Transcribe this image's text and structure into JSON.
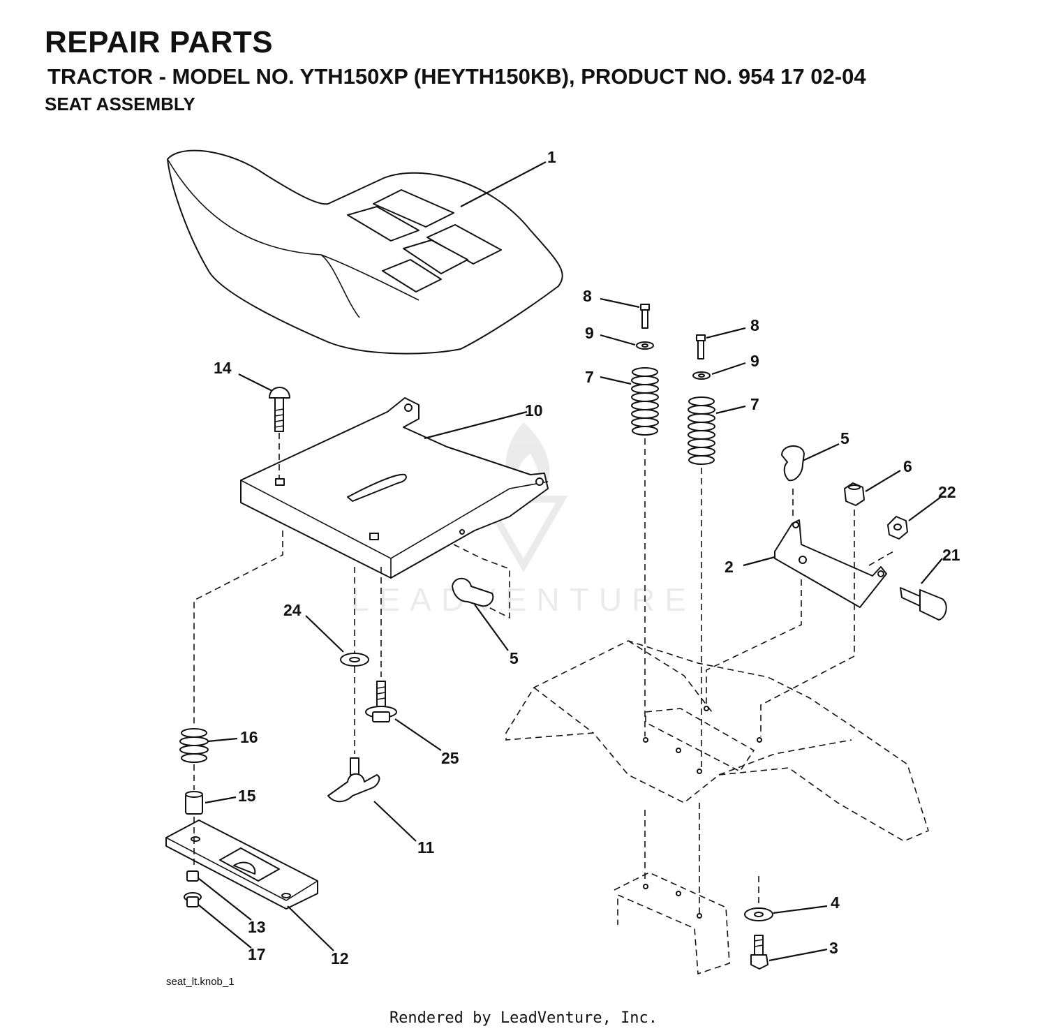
{
  "header": {
    "title": "REPAIR PARTS",
    "subtitle": "TRACTOR - MODEL NO. YTH150XP (HEYTH150KB), PRODUCT NO. 954 17 02-04",
    "section": "SEAT ASSEMBLY"
  },
  "callouts": {
    "c1": "1",
    "c2": "2",
    "c3": "3",
    "c4": "4",
    "c5a": "5",
    "c5b": "5",
    "c6": "6",
    "c7a": "7",
    "c7b": "7",
    "c8a": "8",
    "c8b": "8",
    "c9a": "9",
    "c9b": "9",
    "c10": "10",
    "c11": "11",
    "c12": "12",
    "c13": "13",
    "c14": "14",
    "c15": "15",
    "c16": "16",
    "c17": "17",
    "c21": "21",
    "c22": "22",
    "c24": "24",
    "c25": "25"
  },
  "footer": {
    "file_id": "seat_lt.knob_1",
    "rendered_by": "Rendered by LeadVenture, Inc."
  },
  "watermark": "LEADVENTURE"
}
